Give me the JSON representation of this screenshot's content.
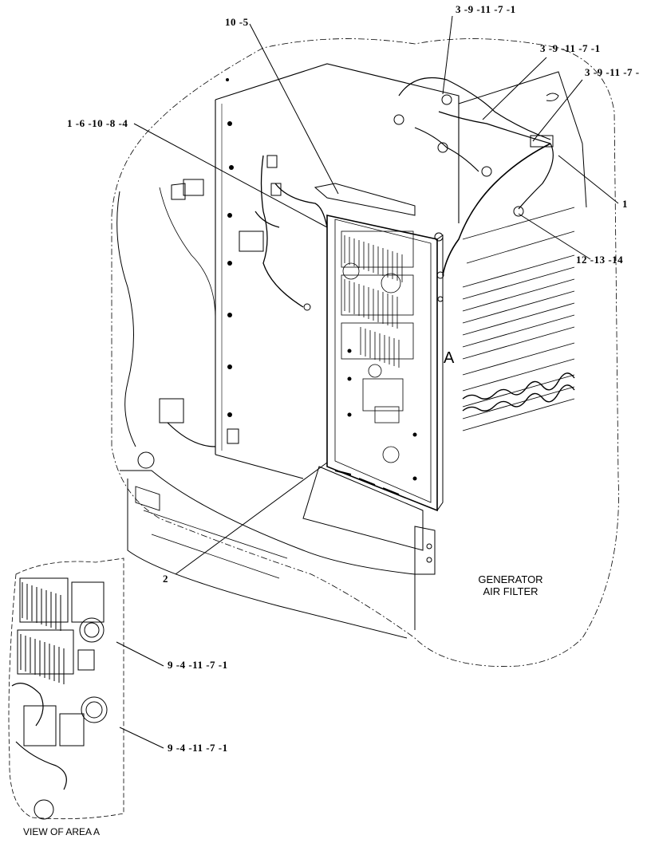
{
  "callouts": [
    {
      "id": "c1",
      "text": "3 -9 -11 -7 -1"
    },
    {
      "id": "c2",
      "text": "3 -9 -11 -7 -1"
    },
    {
      "id": "c3",
      "text": "3 -9 -11 -7 -"
    },
    {
      "id": "c4",
      "text": "10 -5"
    },
    {
      "id": "c5",
      "text": "1 -6 -10 -8 -4"
    },
    {
      "id": "c6",
      "text": "1"
    },
    {
      "id": "c7",
      "text": "12 -13 -14"
    },
    {
      "id": "c8",
      "text": "2"
    },
    {
      "id": "c9",
      "text": "9 -4 -11 -7 -1"
    },
    {
      "id": "c10",
      "text": "9 -4 -11 -7 -1"
    }
  ],
  "area_marker": "A",
  "generator_note": {
    "line1": "GENERATOR",
    "line2": "AIR FILTER"
  },
  "view_label": "VIEW OF AREA A",
  "colors": {
    "ink": "#000000",
    "paper": "#ffffff"
  }
}
